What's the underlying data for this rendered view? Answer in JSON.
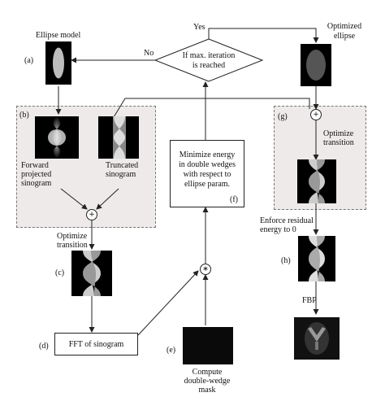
{
  "labels": {
    "a": "(a)",
    "b": "(b)",
    "c": "(c)",
    "d": "(d)",
    "e": "(e)",
    "f": "(f)",
    "g": "(g)",
    "h": "(h)"
  },
  "text": {
    "ellipse_model": "Ellipse model",
    "optimized_ellipse_line1": "Optimized",
    "optimized_ellipse_line2": "ellipse",
    "yes": "Yes",
    "no": "No",
    "decision_line1": "If max. iteration",
    "decision_line2": "is reached",
    "forward_line1": "Forward",
    "forward_line2": "projected",
    "forward_line3": "sinogram",
    "truncated_line1": "Truncated",
    "truncated_line2": "sinogram",
    "minimize_line1": "Minimize energy",
    "minimize_line2": "in double wedges",
    "minimize_line3": "with respect to",
    "minimize_line4": "ellipse param.",
    "optimize_transition_line1": "Optimize",
    "optimize_transition_line2": "transition",
    "optimize_transition_g_line1": "Optimize",
    "optimize_transition_g_line2": "transition",
    "enforce_line1": "Enforce residual",
    "enforce_line2": "energy to 0",
    "fbp": "FBP",
    "fft": "FFT of sinogram",
    "compute_line1": "Compute",
    "compute_line2": "double-wedge",
    "compute_line3": "mask",
    "plus": "+",
    "multiply": "∗"
  },
  "colors": {
    "panel_fill": "#eeeaea",
    "line": "#222222",
    "image_bg": "#000000"
  }
}
